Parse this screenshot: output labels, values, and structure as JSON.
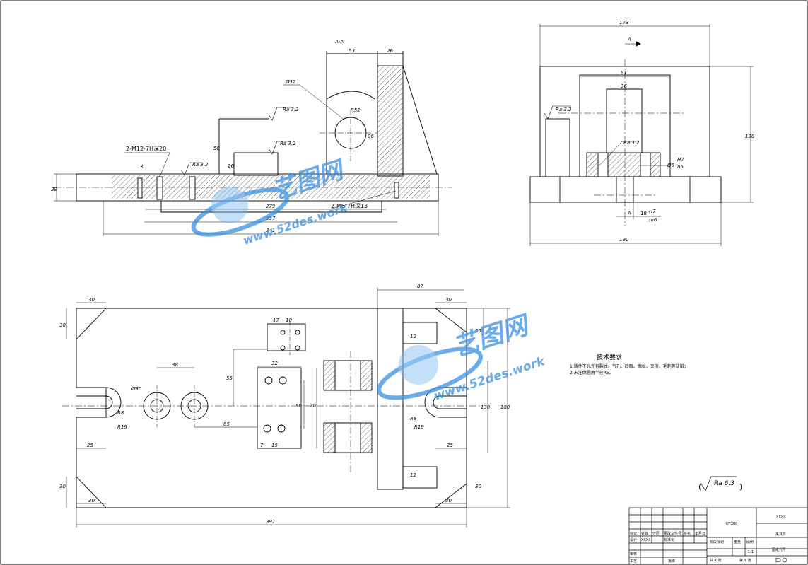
{
  "section_view": {
    "section_label": "A-A",
    "dims": {
      "w53": "53",
      "w26": "26",
      "phi32": "Ø32",
      "r52": "R52",
      "v96": "96",
      "v58": "58",
      "v26": "26",
      "v29": "29",
      "v3": "3",
      "h279": "279",
      "h257": "257",
      "h341": "341"
    },
    "roughness_a": "Ra 3.2",
    "roughness_b": "Ra 3.2",
    "roughness_c": "Ra 3.2",
    "thread_callout_1": "2-M12-7H深20",
    "thread_callout_2": "2-M6-7H深13"
  },
  "side_view": {
    "dims": {
      "w173": "173",
      "w91": "91",
      "w36": "36",
      "h138": "138",
      "w190": "190"
    },
    "section_arrow": "A",
    "roughness_a": "Ra 3.2",
    "roughness_b": "Ra 3.2",
    "fit_1": "Ø6",
    "fit_1_upper": "H7",
    "fit_1_lower": "n6",
    "fit_2_letter": "A",
    "fit_2_size": "18",
    "fit_2_upper": "H7",
    "fit_2_lower": "m6"
  },
  "plan_view": {
    "dims": {
      "d30_tl": "30",
      "d30_left_top": "30",
      "d30_left_bot": "30",
      "d30_bl": "30",
      "d25_l": "25",
      "d38": "38",
      "phi30": "Ø30",
      "r8_l": "R8",
      "r19_l": "R19",
      "d17": "17",
      "d10": "10",
      "d55": "55",
      "d32": "32",
      "d50": "50",
      "d70": "70",
      "d65": "65",
      "d7": "7",
      "d15": "15",
      "d87": "87",
      "d30_tr": "30",
      "d25_rt": "25",
      "d12_a": "12",
      "d12_b": "12",
      "r8_r": "R8",
      "r19_r": "R19",
      "d130": "130",
      "d180": "180",
      "d25_r": "25",
      "d30_rb": "30",
      "d30_br": "30",
      "d391": "391"
    }
  },
  "tech_requirements": {
    "title": "技术要求",
    "line1": "1.铸件不允许有裂纹、气孔、砂眼、缩松、夹渣、毛刺等缺陷；",
    "line2": "2.未注倒圆角半径R5。"
  },
  "general_roughness": "Ra 6.3",
  "title_block": {
    "material": "HT200",
    "company": "XXXX",
    "part_name": "夹具体",
    "drawing_no": "图纸代号",
    "mark_label": "标记",
    "count_label": "处数",
    "zone_label": "分区",
    "change_label": "更改文件号",
    "sign_label": "签名",
    "date_label": "年月日",
    "design_label": "设计",
    "design_name": "XXXX",
    "std_label": "标准化",
    "stage_label": "阶段标记",
    "weight_label": "重量",
    "scale_label": "比例",
    "scale_value": "1:1",
    "review_label": "审核",
    "craft_label": "工艺",
    "approve_label": "批准",
    "sheets_total": "共 X 张",
    "sheet_no": "第 X 张"
  },
  "watermark": {
    "brand": "艺图网",
    "url": "www.52des.work"
  },
  "colors": {
    "line": "#000000",
    "center": "#000000",
    "watermark": "#3a8fe0"
  }
}
